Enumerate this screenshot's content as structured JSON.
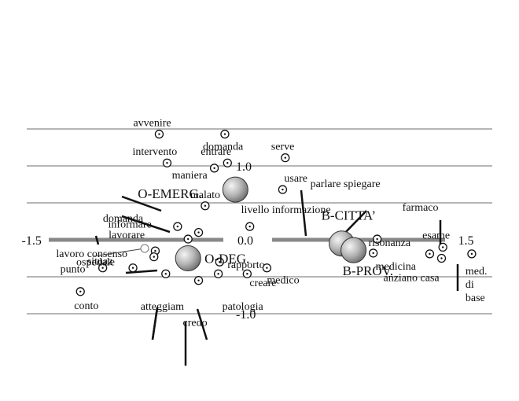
{
  "chart_data": {
    "type": "scatter",
    "title": "",
    "xlabel": "",
    "ylabel": "",
    "xlim": [
      -1.5,
      1.5
    ],
    "ylim": [
      -1.0,
      1.5
    ],
    "grid": true,
    "x_ticks": [
      {
        "value": -1.5,
        "label": "-1.5"
      },
      {
        "value": 0.0,
        "label": "0.0"
      },
      {
        "value": 1.5,
        "label": "1.5"
      }
    ],
    "y_ticks": [
      {
        "value": 1.0,
        "label": "1.0"
      },
      {
        "value": -1.0,
        "label": "-1.0"
      }
    ],
    "groups": [
      {
        "label": "O-EMERG.",
        "x": -0.1,
        "y": 0.68
      },
      {
        "label": "O-DEG.",
        "x": -0.46,
        "y": -0.25
      },
      {
        "label": "B-CITTA’",
        "x": 0.71,
        "y": -0.05
      },
      {
        "label": "B-PROV.",
        "x": 0.8,
        "y": -0.14
      }
    ],
    "words": [
      {
        "label": "avvenire",
        "x": -0.68,
        "y": 1.43
      },
      {
        "label": "domanda",
        "x": -0.18,
        "y": 1.43
      },
      {
        "label": "serve",
        "x": 0.28,
        "y": 1.11
      },
      {
        "label": "intervento",
        "x": -0.62,
        "y": 1.04
      },
      {
        "label": "entrare",
        "x": -0.16,
        "y": 1.04
      },
      {
        "label": "maniera",
        "x": -0.26,
        "y": 0.97
      },
      {
        "label": "usare",
        "x": 0.26,
        "y": 0.68
      },
      {
        "label": "malato",
        "x": -0.33,
        "y": 0.46
      },
      {
        "label": "domanda",
        "x": -0.54,
        "y": 0.18
      },
      {
        "label": "livello informazione",
        "x": 0.01,
        "y": 0.18
      },
      {
        "label": "informare",
        "x": -0.38,
        "y": 0.1
      },
      {
        "label": "lavorare",
        "x": -0.46,
        "y": 0.01
      },
      {
        "label": "lavoro consenso",
        "x": -0.71,
        "y": -0.15
      },
      {
        "label": "situaz",
        "x": -0.72,
        "y": -0.23
      },
      {
        "label": "rapporto",
        "x": -0.22,
        "y": -0.3
      },
      {
        "label": "medico",
        "x": 0.14,
        "y": -0.38
      },
      {
        "label": "punto",
        "x": -1.11,
        "y": -0.38
      },
      {
        "label": "ospedale",
        "x": -0.88,
        "y": -0.38
      },
      {
        "label": "creare",
        "x": -0.01,
        "y": -0.46
      },
      {
        "label": "atteggiam",
        "x": -0.63,
        "y": -0.46
      },
      {
        "label": "patologia",
        "x": -0.23,
        "y": -0.46
      },
      {
        "label": "credo",
        "x": -0.38,
        "y": -0.55
      },
      {
        "label": "conto",
        "x": -1.28,
        "y": -0.7
      },
      {
        "label": "parlare spiegare",
        "x": 0.74,
        "y": 0.01
      },
      {
        "label": "farmaco",
        "x": 0.98,
        "y": 0.01
      },
      {
        "label": "esame",
        "x": 1.48,
        "y": -0.1
      },
      {
        "label": "medicina",
        "x": 0.95,
        "y": -0.18
      },
      {
        "label": "risonanza",
        "x": 1.38,
        "y": -0.19
      },
      {
        "label": "anziano casa",
        "x": 1.47,
        "y": -0.25
      },
      {
        "label": "med. di base",
        "x": 1.7,
        "y": -0.19
      }
    ]
  }
}
